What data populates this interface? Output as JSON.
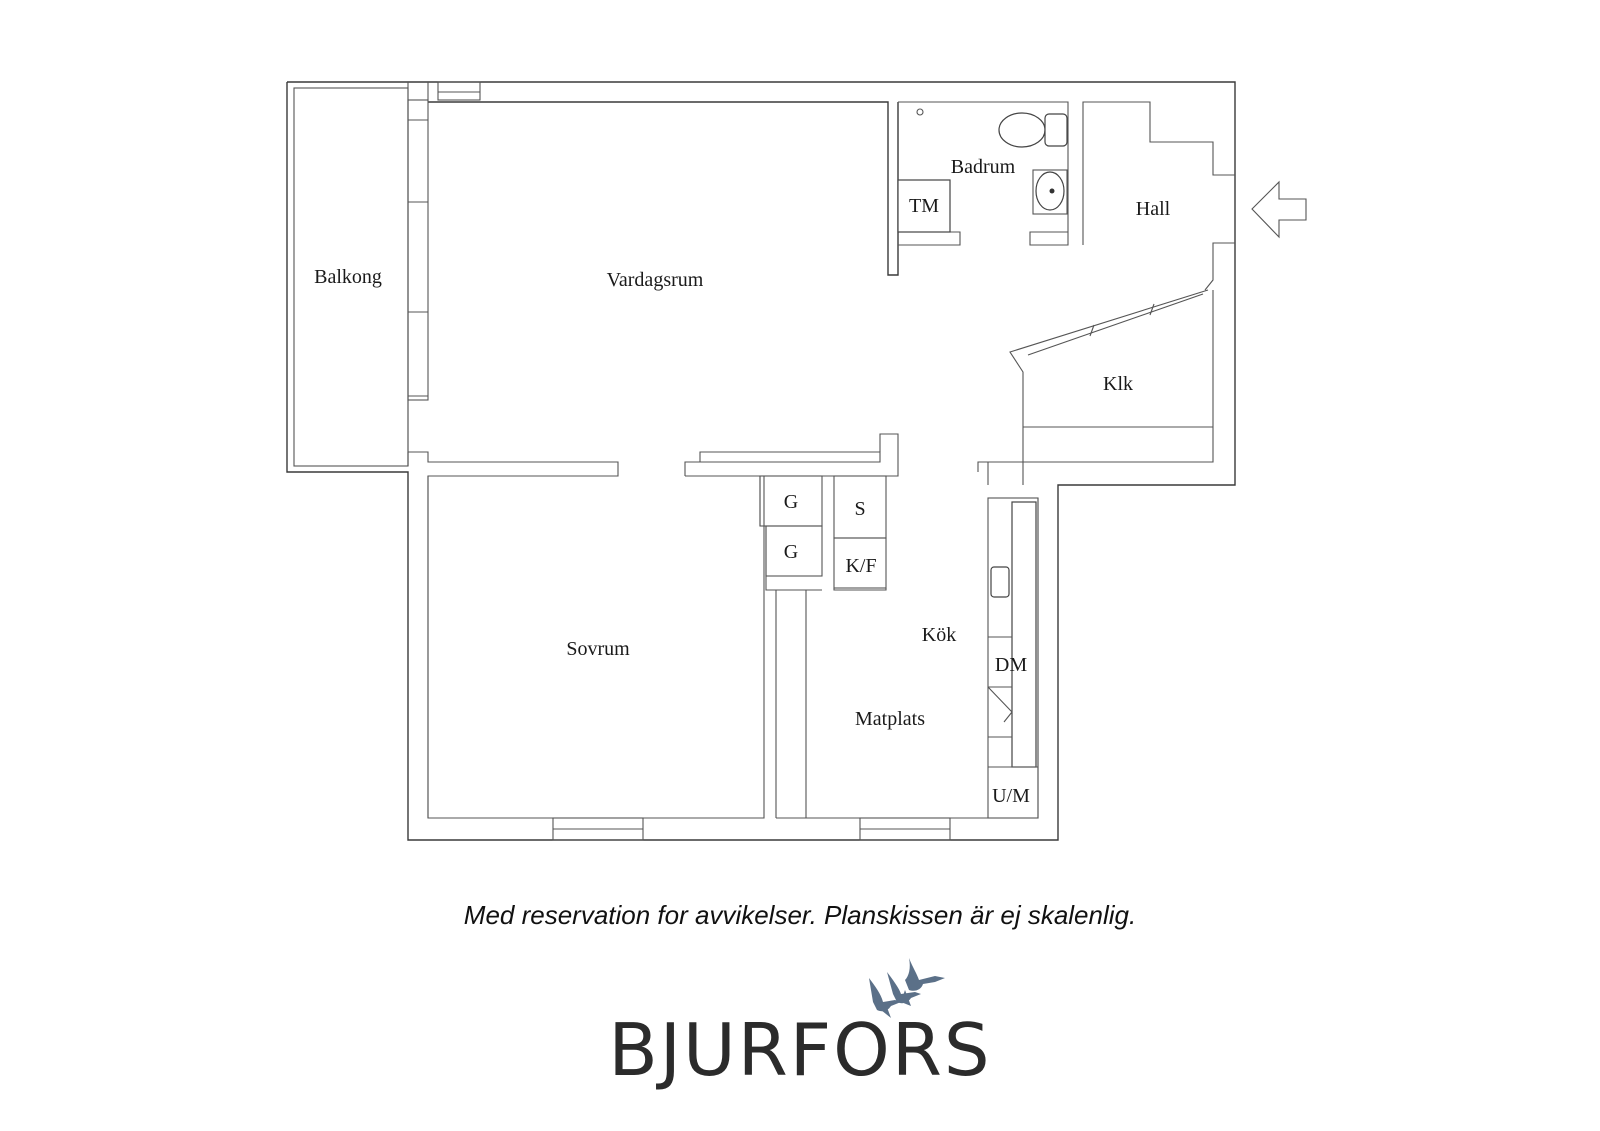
{
  "rooms": {
    "balkong": "Balkong",
    "vardagsrum": "Vardagsrum",
    "badrum": "Badrum",
    "tm": "TM",
    "hall": "Hall",
    "klk": "Klk",
    "sovrum": "Sovrum",
    "g1": "G",
    "g2": "G",
    "s": "S",
    "kf": "K/F",
    "kok": "Kök",
    "dm": "DM",
    "matplats": "Matplats",
    "um": "U/M"
  },
  "entrance_arrow": "arrow-left-icon",
  "disclaimer": "Med reservation for avvikelser. Planskissen är ej skalenlig.",
  "brand": {
    "name": "BJURFORS",
    "logo_icon": "birds-logo-icon",
    "logo_color": "#5b7088"
  }
}
